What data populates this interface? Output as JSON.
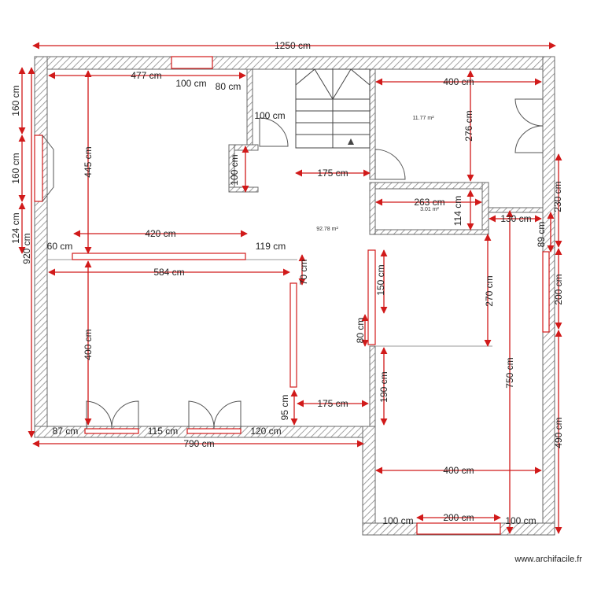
{
  "dimensions": {
    "d1250": "1250 cm",
    "d477": "477 cm",
    "d100a": "100 cm",
    "d80a": "80 cm",
    "d400top": "400 cm",
    "d160a": "160 cm",
    "d160b": "160 cm",
    "d124": "124 cm",
    "d920": "920 cm",
    "d445": "445 cm",
    "d100b": "100 cm",
    "d100c": "100 cm",
    "d175a": "175 cm",
    "d276": "276 cm",
    "d263": "263 cm",
    "d114": "114 cm",
    "d130": "130 cm",
    "d230": "230 cm",
    "d89": "89 cm",
    "d420": "420 cm",
    "d60": "60 cm",
    "d119": "119 cm",
    "d584": "584 cm",
    "d70": "70 cm",
    "d150": "150 cm",
    "d270": "270 cm",
    "d200right": "200 cm",
    "d80b": "80 cm",
    "d400left": "400 cm",
    "d750": "750 cm",
    "d95": "95 cm",
    "d175b": "175 cm",
    "d190": "190 cm",
    "d490": "490 cm",
    "d87": "87 cm",
    "d115": "115 cm",
    "d120": "120 cm",
    "d790": "790 cm",
    "d400bottom": "400 cm",
    "d100d": "100 cm",
    "d200bottom": "200 cm",
    "d100e": "100 cm"
  },
  "areas": {
    "bedroom_top_right": "11.77 m²",
    "small_room": "3.01 m²",
    "main_living": "92.78 m²"
  },
  "watermark": "www.archifacile.fr",
  "colors": {
    "dimension_line": "#d11a1a",
    "wall_hatch": "#8a8a8a",
    "background": "#ffffff"
  }
}
